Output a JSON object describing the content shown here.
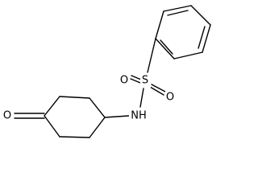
{
  "structure": {
    "atom_labels": {
      "ketone_oxygen": "O",
      "amide_nitrogen": "NH",
      "sulfur": "S",
      "sulfonyl_oxygen_left": "O",
      "sulfonyl_oxygen_right": "O"
    }
  }
}
